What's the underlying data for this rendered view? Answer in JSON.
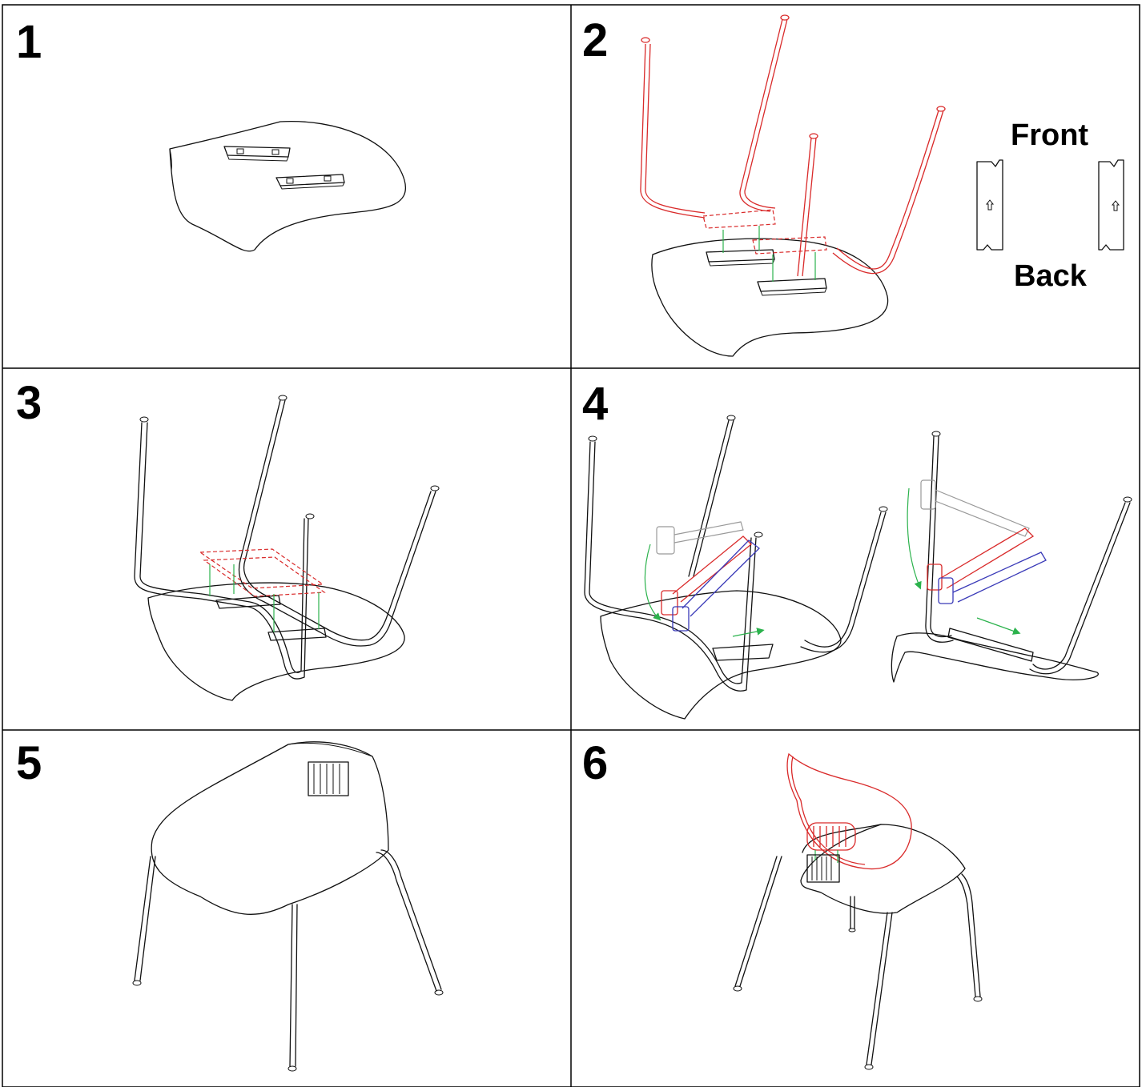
{
  "steps": [
    {
      "number": "1"
    },
    {
      "number": "2"
    },
    {
      "number": "3"
    },
    {
      "number": "4"
    },
    {
      "number": "5"
    },
    {
      "number": "6"
    }
  ],
  "orientation": {
    "front": "Front",
    "back": "Back"
  },
  "colors": {
    "new_part": "#d92a2a",
    "motion_arrow": "#2bb24c",
    "tool_handle": "#3a3ab8",
    "ghost": "#999999",
    "outline": "#111111"
  }
}
